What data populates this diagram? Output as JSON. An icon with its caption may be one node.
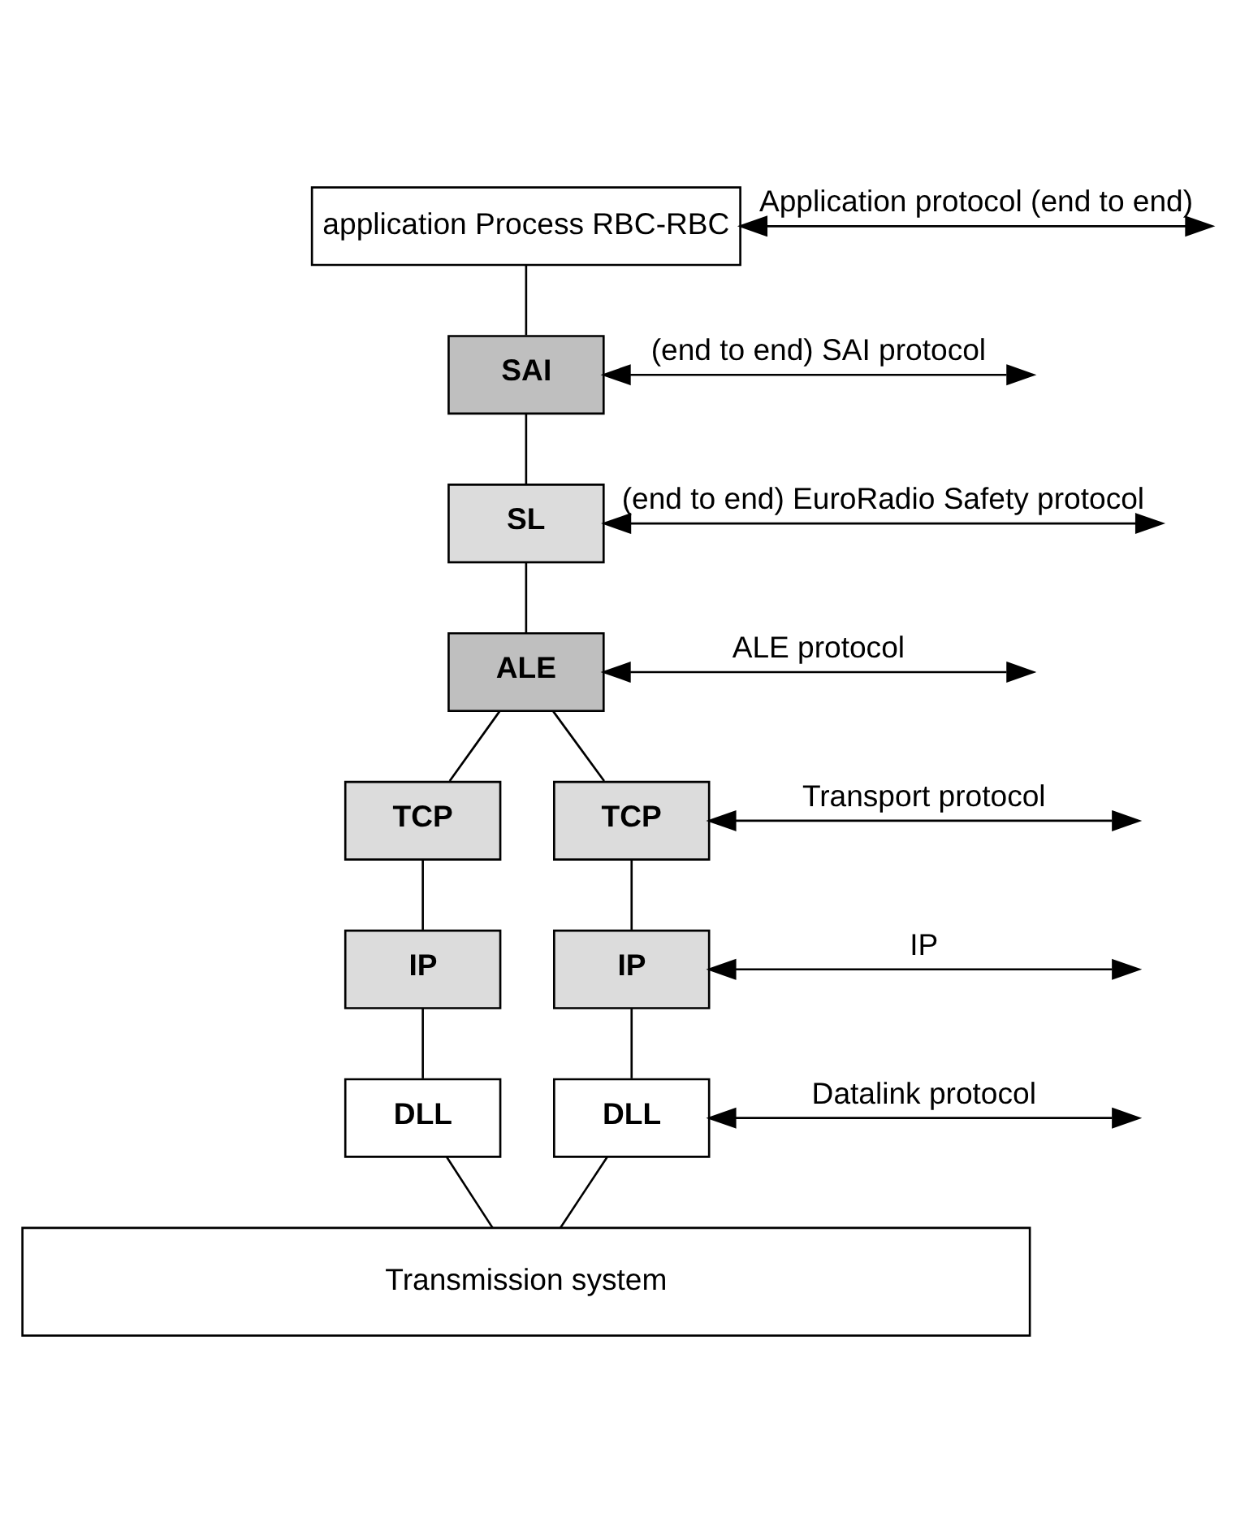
{
  "diagram": {
    "nodes": [
      {
        "text": [
          "application Process RBC-RBC"
        ]
      },
      {
        "text": [
          "SAI"
        ]
      },
      {
        "text": [
          "SL"
        ]
      },
      {
        "text": [
          "ALE"
        ]
      },
      {
        "text": [
          "TCP"
        ]
      },
      {
        "text": [
          "TCP"
        ]
      },
      {
        "text": [
          "IP"
        ]
      },
      {
        "text": [
          "IP"
        ]
      },
      {
        "text": [
          "DLL"
        ]
      },
      {
        "text": [
          "DLL"
        ]
      },
      {
        "text": [
          "Transmission system"
        ]
      }
    ],
    "edges": [
      {
        "from": 0,
        "to": 1,
        "arrow": "none"
      },
      {
        "from": 1,
        "to": 2,
        "arrow": "none"
      },
      {
        "from": 2,
        "to": 3,
        "arrow": "none"
      },
      {
        "from": 3,
        "to": 4,
        "arrow": "none"
      },
      {
        "from": 3,
        "to": 5,
        "arrow": "none"
      },
      {
        "from": 4,
        "to": 6,
        "arrow": "none"
      },
      {
        "from": 5,
        "to": 7,
        "arrow": "none"
      },
      {
        "from": 6,
        "to": 8,
        "arrow": "none"
      },
      {
        "from": 7,
        "to": 9,
        "arrow": "none"
      },
      {
        "from": 8,
        "to": 10,
        "arrow": "none"
      },
      {
        "from": 9,
        "to": 10,
        "arrow": "none"
      },
      {
        "from": 0,
        "to": null,
        "arrow": "both",
        "label": "Application protocol (end to end)"
      },
      {
        "from": 1,
        "to": null,
        "arrow": "both",
        "label": "(end to end) SAI protocol"
      },
      {
        "from": 2,
        "to": null,
        "arrow": "both",
        "label": "(end to end) EuroRadio Safety protocol"
      },
      {
        "from": 3,
        "to": null,
        "arrow": "both",
        "label": "ALE protocol"
      },
      {
        "from": 5,
        "to": null,
        "arrow": "both",
        "label": "Transport protocol"
      },
      {
        "from": 7,
        "to": null,
        "arrow": "both",
        "label": "IP"
      },
      {
        "from": 9,
        "to": null,
        "arrow": "both",
        "label": "Datalink protocol"
      }
    ]
  }
}
